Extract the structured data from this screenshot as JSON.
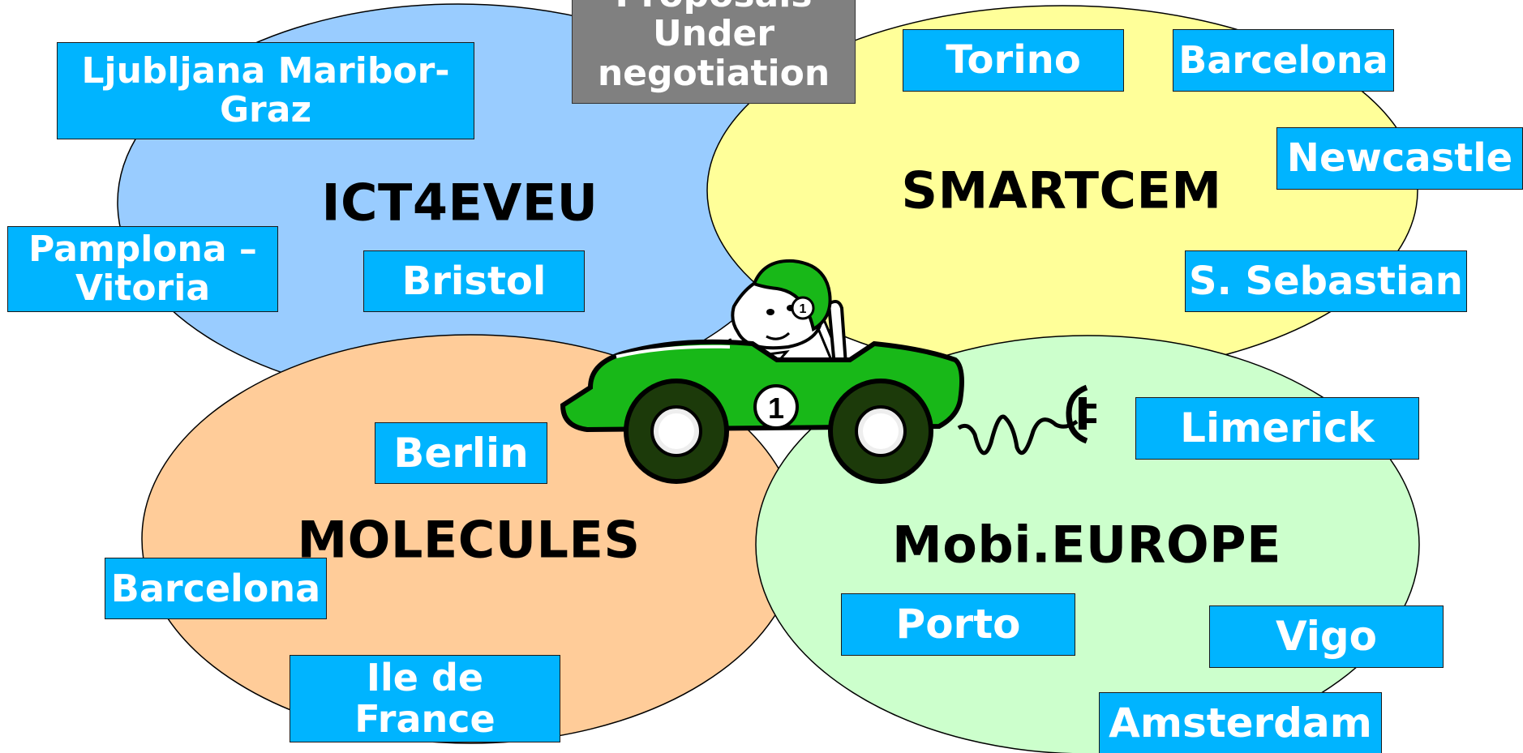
{
  "colors": {
    "ict4eveu": "#99ccff",
    "smartcem": "#ffff99",
    "molecules": "#ffcc99",
    "mobi_europe": "#ccffcc",
    "label_fill": "#00b4ff",
    "proposals_fill": "#808080",
    "car_green": "#18b818"
  },
  "proposals": {
    "line1": "Proposals",
    "line2": "Under",
    "line3": "negotiation"
  },
  "projects": {
    "ict4eveu": "ICT4EVEU",
    "smartcem": "SMARTCEM",
    "molecules": "MOLECULES",
    "mobi_europe": "Mobi.EUROPE"
  },
  "cities": {
    "ljubljana": "Ljubljana Maribor-Graz",
    "pamplona": "Pamplona – Vitoria",
    "bristol": "Bristol",
    "torino": "Torino",
    "barcelona_smartcem": "Barcelona",
    "newcastle": "Newcastle",
    "sebastian": "S. Sebastian",
    "berlin": "Berlin",
    "barcelona_molecules": "Barcelona",
    "ile_de_france": "Ile de France",
    "limerick": "Limerick",
    "porto": "Porto",
    "vigo": "Vigo",
    "amsterdam": "Amsterdam"
  },
  "car": {
    "number": "1",
    "icons": [
      "race-car-icon",
      "driver-icon",
      "charging-plug-icon"
    ]
  }
}
